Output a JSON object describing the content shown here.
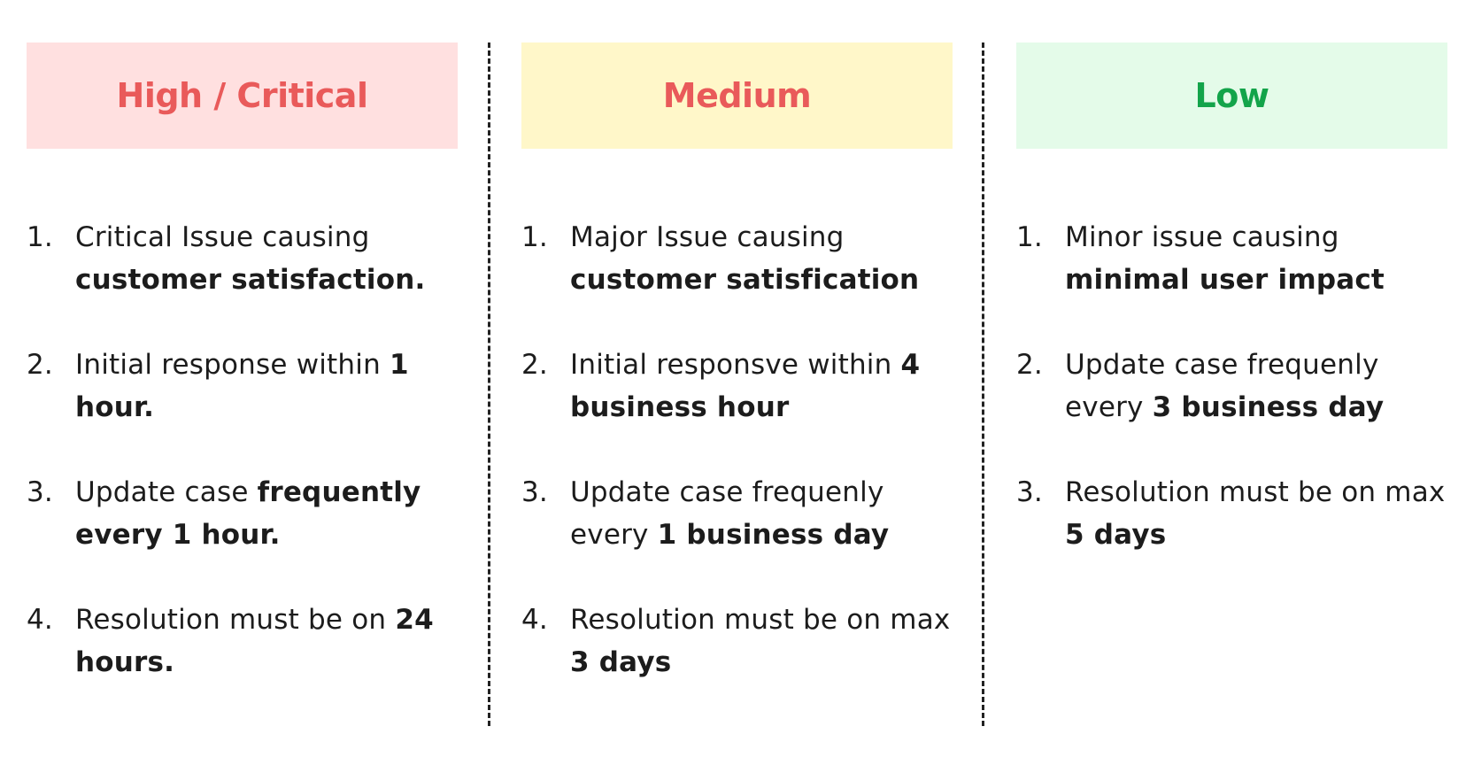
{
  "colors": {
    "high_bg": "#ffe0e0",
    "high_text": "#e95a5a",
    "medium_bg": "#fff7c9",
    "medium_text": "#e95a5a",
    "low_bg": "#e4fbe9",
    "low_text": "#13a44a"
  },
  "columns": [
    {
      "title": "High / Critical",
      "items": [
        {
          "num": "1.",
          "pre": "Critical Issue causing ",
          "bold": "customer satisfaction.",
          "post": ""
        },
        {
          "num": "2.",
          "pre": "Initial response within ",
          "bold": "1 hour.",
          "post": ""
        },
        {
          "num": "3.",
          "pre": "Update case ",
          "bold": "frequently every 1 hour.",
          "post": ""
        },
        {
          "num": "4.",
          "pre": "Resolution must be on ",
          "bold": "24 hours.",
          "post": ""
        }
      ]
    },
    {
      "title": "Medium",
      "items": [
        {
          "num": "1.",
          "pre": "Major Issue causing ",
          "bold": "customer satisfication",
          "post": ""
        },
        {
          "num": "2.",
          "pre": "Initial responsve within ",
          "bold": "4 business hour",
          "post": ""
        },
        {
          "num": "3.",
          "pre": "Update case frequenly every ",
          "bold": "1 business day",
          "post": ""
        },
        {
          "num": "4.",
          "pre": "Resolution must be on max ",
          "bold": "3 days",
          "post": ""
        }
      ]
    },
    {
      "title": "Low",
      "items": [
        {
          "num": "1.",
          "pre": "Minor issue causing ",
          "bold": "minimal user impact",
          "post": ""
        },
        {
          "num": "2.",
          "pre": "Update case frequenly every ",
          "bold": "3 business day",
          "post": ""
        },
        {
          "num": "3.",
          "pre": "Resolution must be on max ",
          "bold": "5 days",
          "post": ""
        }
      ]
    }
  ]
}
